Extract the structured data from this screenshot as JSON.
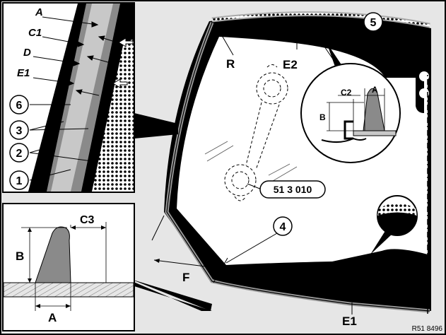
{
  "labels": {
    "A": "A",
    "C1": "C1",
    "D": "D",
    "E1": "E1",
    "R": "R",
    "E2": "E2",
    "C2": "C2",
    "B": "B",
    "C3": "C3",
    "F": "F",
    "E1_bottom": "E1",
    "part_number": "51 3 010",
    "figure_id": "R51 8496"
  },
  "callouts": [
    "1",
    "2",
    "3",
    "4",
    "5",
    "6"
  ],
  "colors": {
    "background": "#e6e6e6",
    "black": "#000000",
    "dark_gray": "#8a8a8a",
    "light_gray": "#c8c8c8",
    "glass": "#ffffff"
  }
}
